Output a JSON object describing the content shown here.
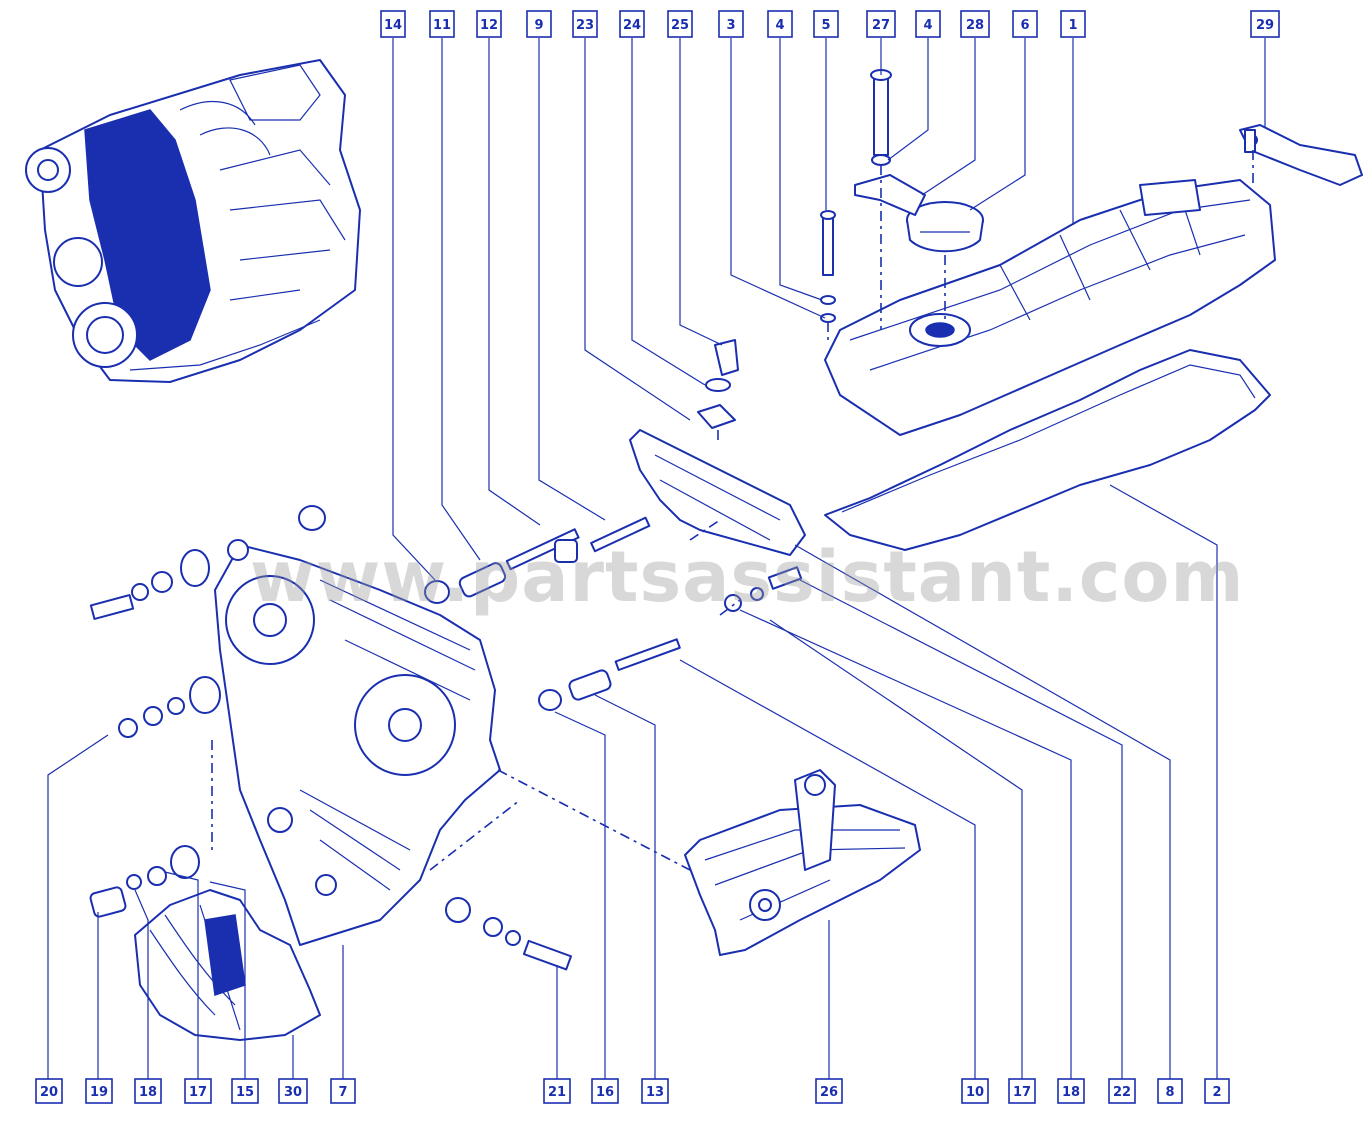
{
  "watermark": "www.partsassistant.com",
  "colors": {
    "ink": "#1a2fb0",
    "paper": "#ffffff",
    "watermark": "#9a9a9a"
  },
  "callouts_top": [
    "14",
    "11",
    "12",
    "9",
    "23",
    "24",
    "25",
    "3",
    "4",
    "5",
    "27",
    "4",
    "28",
    "6",
    "1",
    "29"
  ],
  "callouts_bottom": [
    "20",
    "19",
    "18",
    "17",
    "15",
    "30",
    "7",
    "21",
    "16",
    "13",
    "26",
    "10",
    "17",
    "18",
    "22",
    "8",
    "2"
  ]
}
